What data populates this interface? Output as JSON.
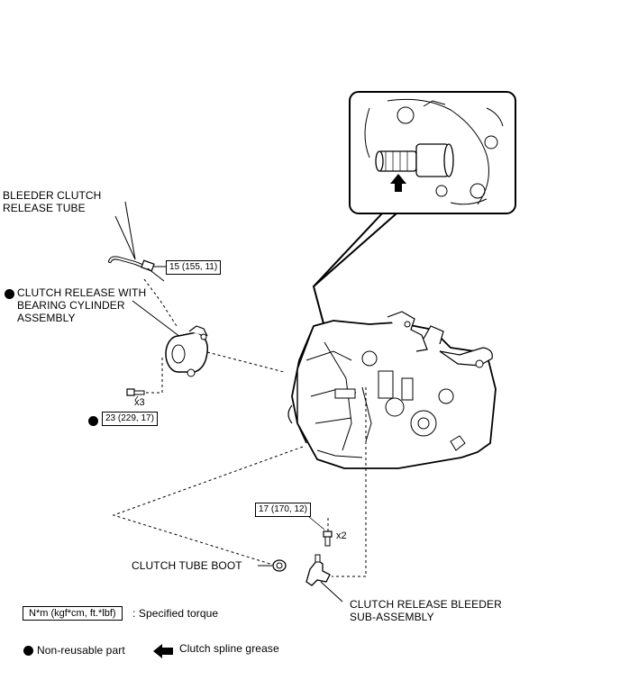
{
  "labels": {
    "bleeder_tube": [
      "BLEEDER CLUTCH",
      "RELEASE TUBE"
    ],
    "cylinder": [
      "CLUTCH RELEASE WITH",
      "BEARING CYLINDER",
      "ASSEMBLY"
    ],
    "tube_boot": "CLUTCH TUBE BOOT",
    "bleeder_sub": [
      "CLUTCH RELEASE BLEEDER",
      "SUB-ASSEMBLY"
    ]
  },
  "torques": {
    "tube": "15 (155, 11)",
    "cylinder_bolts": "23 (229, 17)",
    "bleeder_bolts": "17 (170, 12)"
  },
  "quantities": {
    "cylinder_bolts": "x3",
    "bleeder_bolts": "x2"
  },
  "legend": {
    "torque_box": "N*m (kgf*cm, ft.*lbf)",
    "torque_text": ": Specified torque",
    "nonreusable_text": "Non-reusable part",
    "grease_text": "Clutch spline grease"
  }
}
